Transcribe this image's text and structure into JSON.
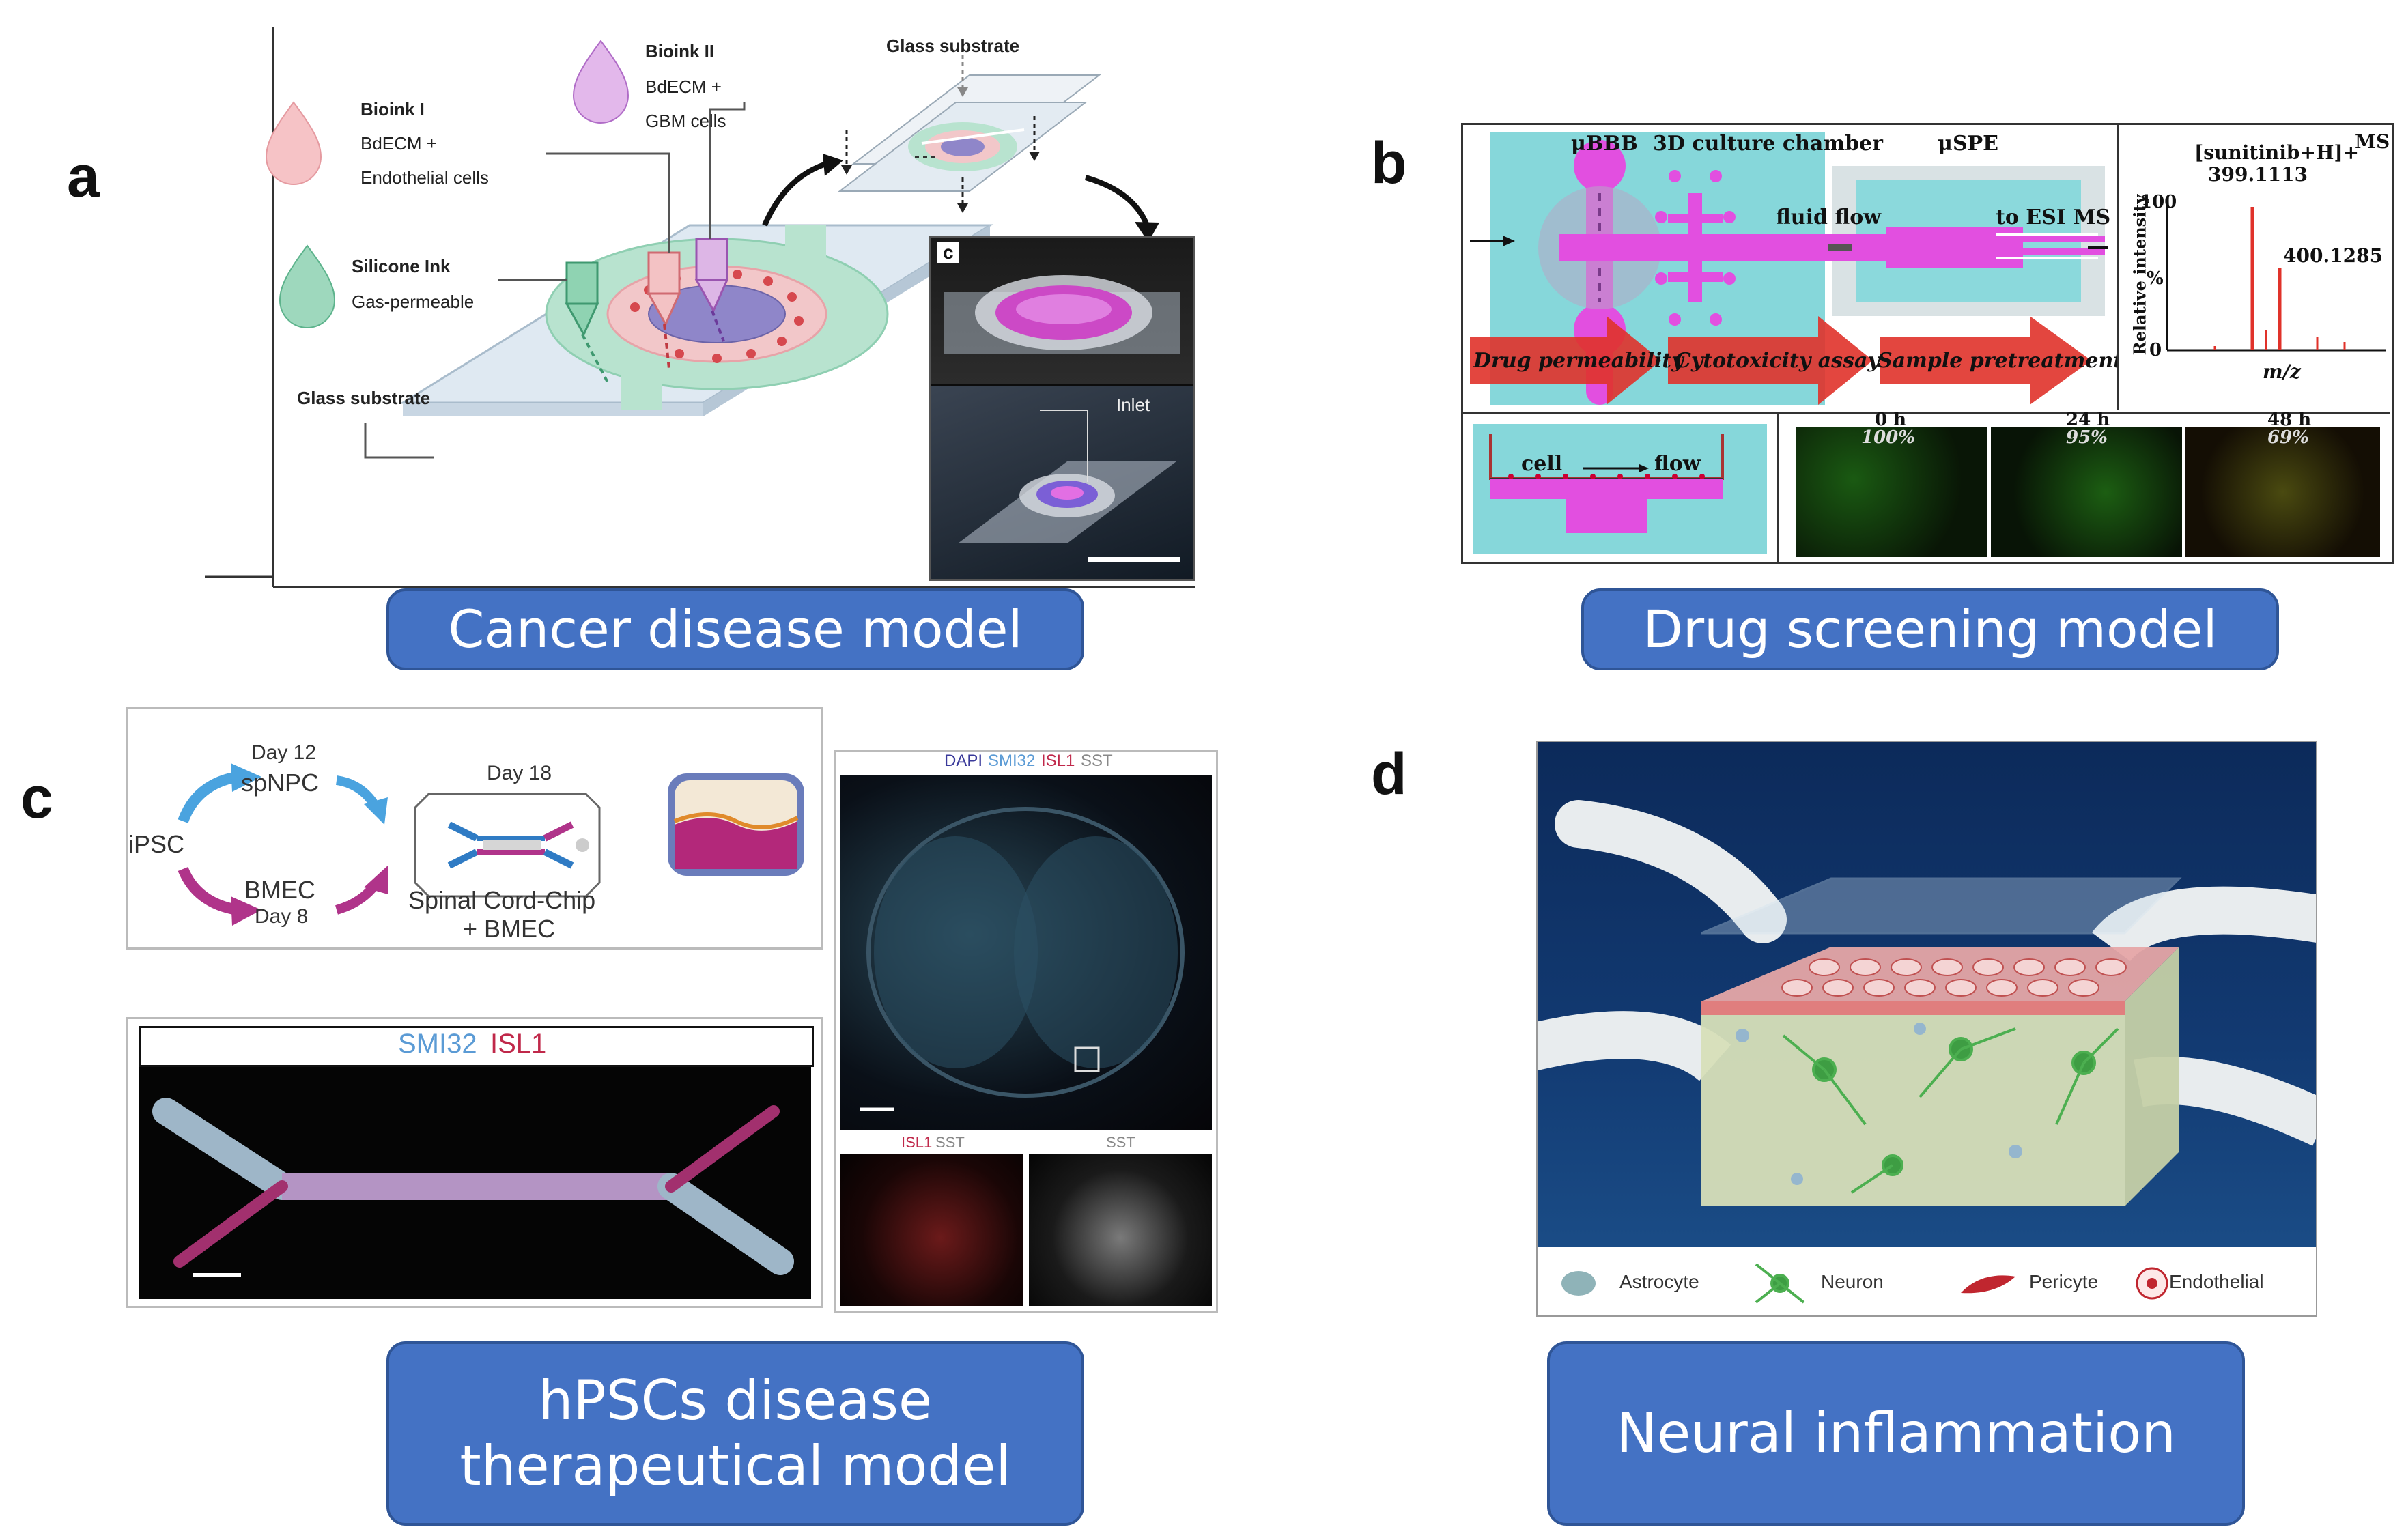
{
  "panels": {
    "a": {
      "letter": "a",
      "label": "Cancer disease model",
      "bioink1_title": "Bioink I",
      "bioink1_line1": "BdECM +",
      "bioink1_line2": "Endothelial cells",
      "bioink2_title": "Bioink II",
      "bioink2_line1": "BdECM +",
      "bioink2_line2": "GBM cells",
      "silicone_title": "Silicone Ink",
      "silicone_line1": "Gas-permeable",
      "glass_left": "Glass substrate",
      "glass_top": "Glass substrate",
      "inset_letter": "c",
      "inlet": "Inlet"
    },
    "b": {
      "letter": "b",
      "label": "Drug screening model",
      "ubbb": "μBBB",
      "culture": "3D culture chamber",
      "uspe": "μSPE",
      "ms": "MS",
      "fluid_flow": "fluid flow",
      "to_esi": "to ESI MS",
      "arrow1": "Drug permeability",
      "arrow2": "Cytotoxicity assay",
      "arrow3": "Sample pretreatment",
      "cell": "cell",
      "flow": "flow",
      "spectrum_ion": "[sunitinib+H]+",
      "peak1": "399.1113",
      "peak2": "400.1285",
      "yaxis": "Relative intensity",
      "y100": "100",
      "ypct": "%",
      "y0": "0",
      "xaxis": "m/z",
      "time0": "0 h",
      "time24": "24 h",
      "time48": "48 h",
      "pct0": "100%",
      "pct24": "95%",
      "pct48": "69%"
    },
    "c": {
      "letter": "c",
      "label": "hPSCs disease\ntherapeutical model",
      "ipsc": "iPSC",
      "day12": "Day 12",
      "spnpc": "spNPC",
      "bmec": "BMEC",
      "day8": "Day 8",
      "day18": "Day 18",
      "chip_line1": "Spinal Cord-Chip",
      "chip_line2": "+ BMEC",
      "stain_smi32": "SMI32",
      "stain_isl1": "ISL1",
      "right_dapi": "DAPI",
      "right_smi32": "SMI32",
      "right_isl1": "ISL1",
      "right_sst": "SST",
      "sub_isl1": "ISL1",
      "sub_sst": "SST",
      "sub_sst2": "SST"
    },
    "d": {
      "letter": "d",
      "label": "Neural inflammation",
      "legend_astrocyte": "Astrocyte",
      "legend_neuron": "Neuron",
      "legend_pericyte": "Pericyte",
      "legend_endothelial": "Endothelial"
    }
  },
  "colors": {
    "label_fill": "#4472c4",
    "label_border": "#2f5597",
    "cyan_bg": "#80d8dc",
    "magenta": "#e04fe0",
    "red_arrow": "#e03020"
  }
}
